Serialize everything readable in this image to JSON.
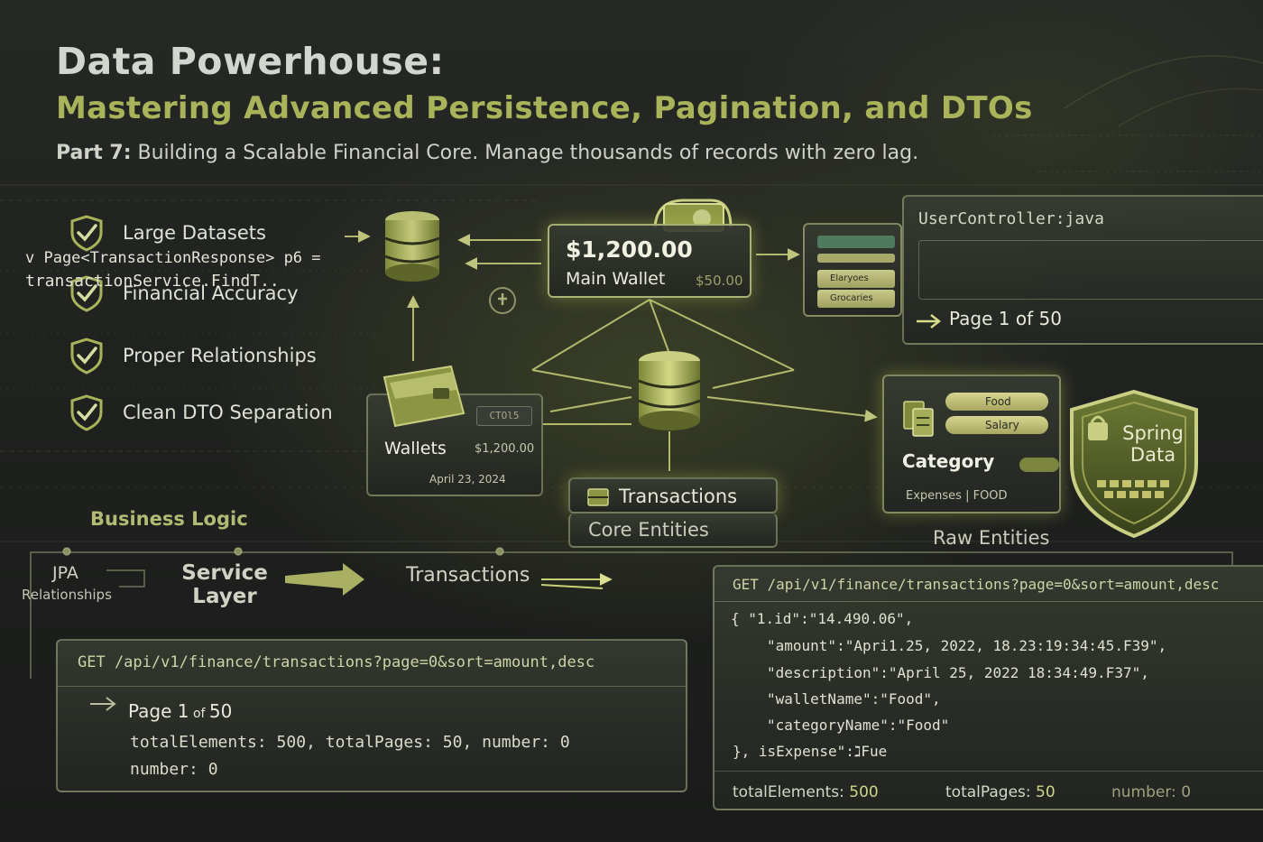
{
  "header": {
    "title": "Data Powerhouse:",
    "subtitle": "Mastering Advanced Persistence, Pagination, and DTOs",
    "tagline_prefix": "Part 7:",
    "tagline_text": " Building a Scalable Financial Core. Manage thousands of records with zero lag."
  },
  "checklist": [
    "Large Datasets",
    "Financial Accuracy",
    "Proper Relationships",
    "Clean DTO Separation"
  ],
  "main_wallet": {
    "amount": "$1,200.00",
    "name": "Main Wallet",
    "small": "$50.00"
  },
  "category_list": {
    "items": [
      "Elaryoes",
      "Grocaries"
    ]
  },
  "controller": {
    "file": "UserController:java",
    "line1": "v Page<TransactionResponse> p6 =",
    "line2": "transactionService.FindT..",
    "page": "Page 1 of 50"
  },
  "wallets": {
    "tag": "CTOl5",
    "label": "Wallets",
    "amount": "$1,200.00",
    "date": "April 23, 2024"
  },
  "entities": {
    "transactions": "Transactions",
    "core": "Core Entities",
    "raw": "Raw Entities"
  },
  "category_card": {
    "pill1": "Food",
    "pill2": "Salary",
    "title": "Category",
    "sub": "Expenses | FOOD"
  },
  "shield": {
    "line1": "Spring",
    "line2": "Data"
  },
  "flow": {
    "business_logic": "Business Logic",
    "jpa": "JPA",
    "relationships": "Relationships",
    "service_line1": "Service",
    "service_line2": "Layer",
    "transactions": "Transactions"
  },
  "request_left": {
    "endpoint": "GET /api/v1/finance/transactions?page=0&sort=amount,desc",
    "page_label": "Page 1",
    "page_of": " of ",
    "page_total": "50",
    "meta_line1": "totalElements: 500, totalPages: 50, number: 0",
    "meta_line2": "number: 0"
  },
  "request_right": {
    "endpoint": "GET /api/v1/finance/transactions?page=0&sort=amount,desc",
    "json_lines": [
      "{ \"1.id\":\"14.490.06\",",
      "\"amount\":\"Apri1.25, 2022, 18.23:19:34:45.F39\",",
      "\"description\":\"April 25, 2022  18:34:49.F37\",",
      "\"walletName\":\"Food\",",
      "\"categoryName\":\"Food\"",
      "},  isExpense\":ℷFue"
    ],
    "total_elements_label": "totalElements:",
    "total_elements": "500",
    "total_pages_label": "totalPages:",
    "total_pages": "50",
    "number_label": "number:",
    "number": "0"
  },
  "colors": {
    "accent": "#a9b35a",
    "background": "#1f211f",
    "panel_border": "#bec896"
  },
  "icons": [
    "check-shield-icon",
    "database-icon",
    "wallet-icon",
    "money-icon",
    "arrow-right-icon",
    "shield-lock-icon",
    "cabinet-icon",
    "document-stack-icon",
    "pin-icon"
  ]
}
